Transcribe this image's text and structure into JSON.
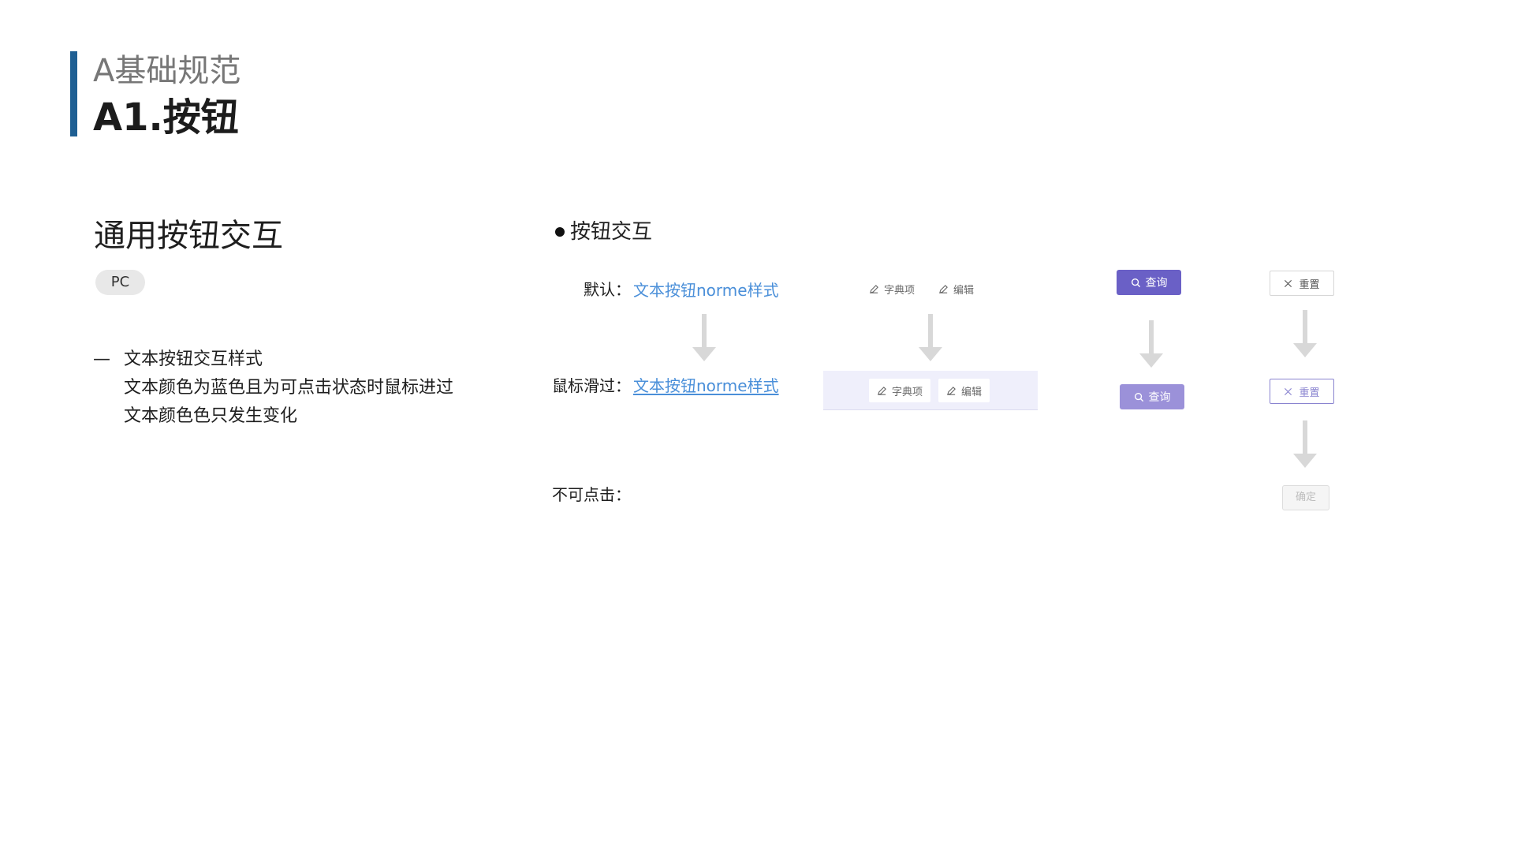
{
  "header": {
    "section_label": "A基础规范",
    "page_title": "A1.按钮"
  },
  "left": {
    "topic_title": "通用按钮交互",
    "platform_tag": "PC",
    "dash": "—",
    "desc_lines": [
      "文本按钮交互样式",
      "文本颜色为蓝色且为可点击状态时鼠标进过",
      "文本颜色色只发生变化"
    ]
  },
  "interaction": {
    "bullet_title": "按钮交互",
    "rows": {
      "default_label": "默认：",
      "hover_label": "鼠标滑过：",
      "disabled_label": "不可点击："
    },
    "text_button": "文本按钮norme样式",
    "icon_buttons": {
      "dictionary_label": "字典项",
      "edit_label": "编辑",
      "icon": "pencil-icon"
    },
    "query_button": {
      "label": "查询",
      "icon": "search-icon"
    },
    "reset_button": {
      "label": "重置",
      "icon": "close-icon"
    },
    "disabled_button": {
      "label": "确定"
    }
  },
  "colors": {
    "accent_bar": "#1f5f93",
    "text_link": "#4a8fd9",
    "query_default": "#6a60c6",
    "query_hover": "#9b91d9",
    "hover_panel": "#efeffb",
    "reset_default_border": "#d6d6d6",
    "reset_hover_border": "#8a84d0"
  }
}
